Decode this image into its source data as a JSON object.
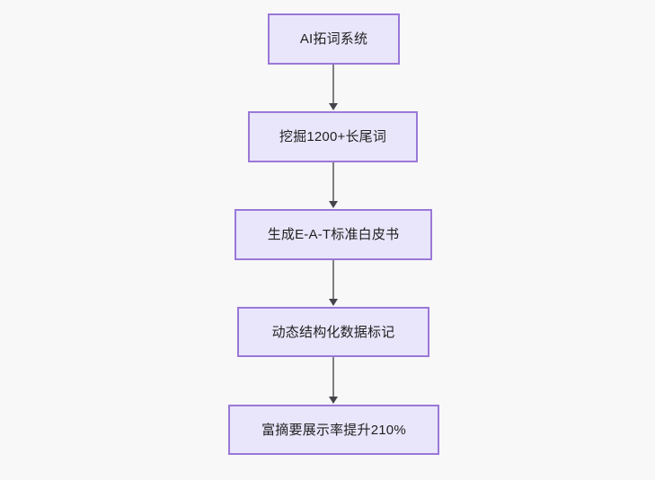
{
  "diagram": {
    "type": "flowchart",
    "direction": "top-to-bottom",
    "background_color": "#f8f8f9",
    "node_fill_color": "#e9e6fb",
    "node_border_color": "#9a78d6",
    "node_text_color": "#1f2020",
    "edge_color": "#7f7f81",
    "arrowhead_color": "#44444a",
    "nodes": [
      {
        "id": "n1",
        "label": "AI拓词系统"
      },
      {
        "id": "n2",
        "label": "挖掘1200+长尾词"
      },
      {
        "id": "n3",
        "label": "生成E-A-T标准白皮书"
      },
      {
        "id": "n4",
        "label": "动态结构化数据标记"
      },
      {
        "id": "n5",
        "label": "富摘要展示率提升210%"
      }
    ],
    "edges": [
      {
        "from": "n1",
        "to": "n2"
      },
      {
        "from": "n2",
        "to": "n3"
      },
      {
        "from": "n3",
        "to": "n4"
      },
      {
        "from": "n4",
        "to": "n5"
      }
    ]
  }
}
